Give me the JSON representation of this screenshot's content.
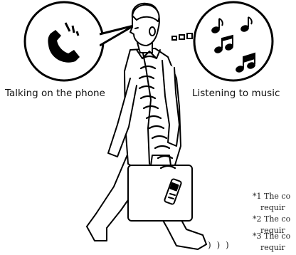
{
  "labels": {
    "phone": "Talking on the phone",
    "music": "Listening to music"
  },
  "footnotes": [
    {
      "mark": "*1",
      "line1": "The co",
      "line2": "requir"
    },
    {
      "mark": "*2",
      "line1": "The co",
      "line2": "requir"
    },
    {
      "mark": "*3",
      "line1": "The co",
      "line2": "requir"
    }
  ],
  "signal_waves": ") ) )",
  "icons": {
    "phone": "phone-handset-icon",
    "music": "music-notes-icon",
    "device": "digital-voice-recorder"
  }
}
